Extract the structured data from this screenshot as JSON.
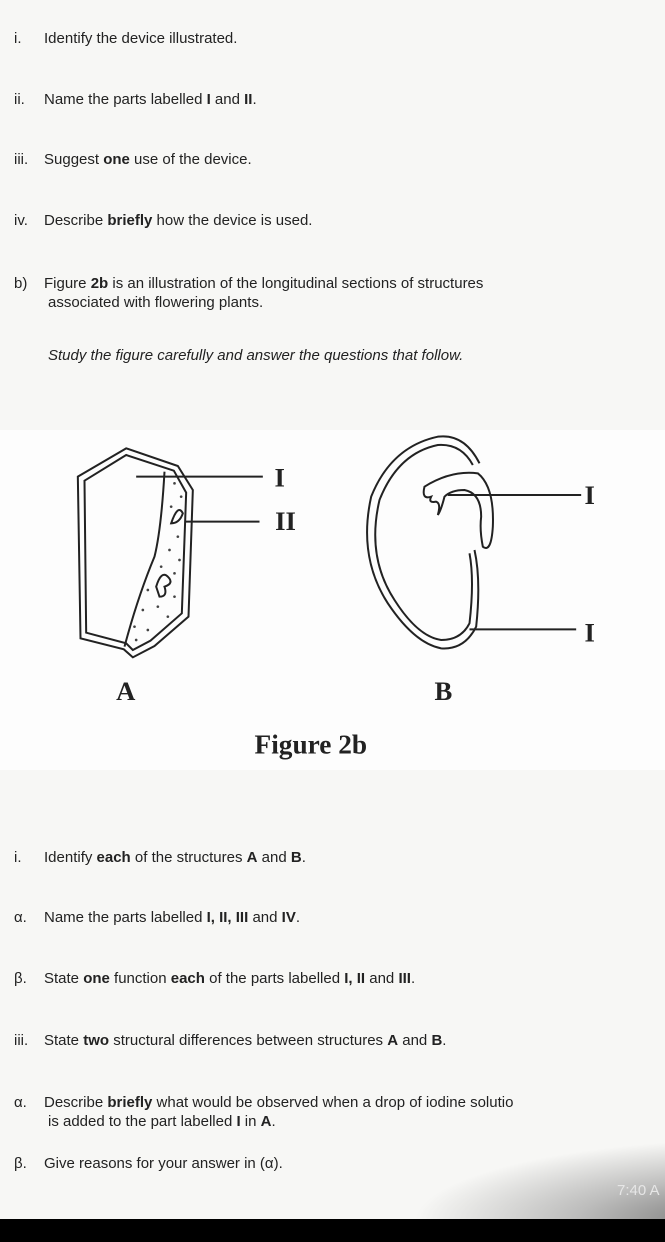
{
  "top_questions": {
    "i": {
      "num": "i.",
      "text": "Identify the device illustrated."
    },
    "ii": {
      "num": "ii.",
      "a": "Name the parts labelled ",
      "b1": "I",
      "c": " and ",
      "b2": "II",
      "d": "."
    },
    "iii": {
      "num": "iii.",
      "a": "Suggest ",
      "b1": "one",
      "c": " use of the device."
    },
    "iv": {
      "num": "iv.",
      "a": "Describe ",
      "b1": "briefly",
      "c": " how the device is used."
    },
    "b": {
      "num": "b)",
      "a": "Figure ",
      "b1": "2b",
      "c": " is an illustration of the longitudinal sections of structures",
      "line2": "associated with flowering plants."
    },
    "study": "Study the figure carefully and answer the questions that follow."
  },
  "figure": {
    "caption": "Figure 2b",
    "label_a": "A",
    "label_b": "B",
    "a_labels": [
      "I",
      "II"
    ],
    "b_labels": [
      "I",
      "I"
    ]
  },
  "bottom_questions": {
    "i": {
      "num": "i.",
      "a": "Identify ",
      "b1": "each",
      "c": " of the structures ",
      "b2": "A",
      "d": " and ",
      "b3": "B",
      "e": "."
    },
    "alpha1": {
      "num": "α.",
      "a": "Name the parts labelled ",
      "b1": "I, II, III",
      "c": " and ",
      "b2": "IV",
      "d": "."
    },
    "beta1": {
      "num": "β.",
      "a": "State ",
      "b1": "one",
      "c": " function ",
      "b2": "each",
      "d": " of the parts labelled ",
      "b3": "I, II",
      "e": " and ",
      "b4": "III",
      "f": "."
    },
    "iii": {
      "num": "iii.",
      "a": "State ",
      "b1": "two",
      "c": " structural differences between structures ",
      "b2": "A",
      "d": " and ",
      "b3": "B",
      "e": "."
    },
    "alpha2": {
      "num": "α.",
      "a": "Describe ",
      "b1": "briefly",
      "c": " what would be observed when a drop of iodine solutio",
      "line2a": "is added to the part labelled ",
      "line2b": "I",
      "line2c": " in ",
      "line2d": "A",
      "line2e": "."
    },
    "beta2": {
      "num": "β.",
      "a": "Give reasons for your answer in (α)."
    }
  },
  "status_bar": {
    "time": "7:40 A"
  }
}
